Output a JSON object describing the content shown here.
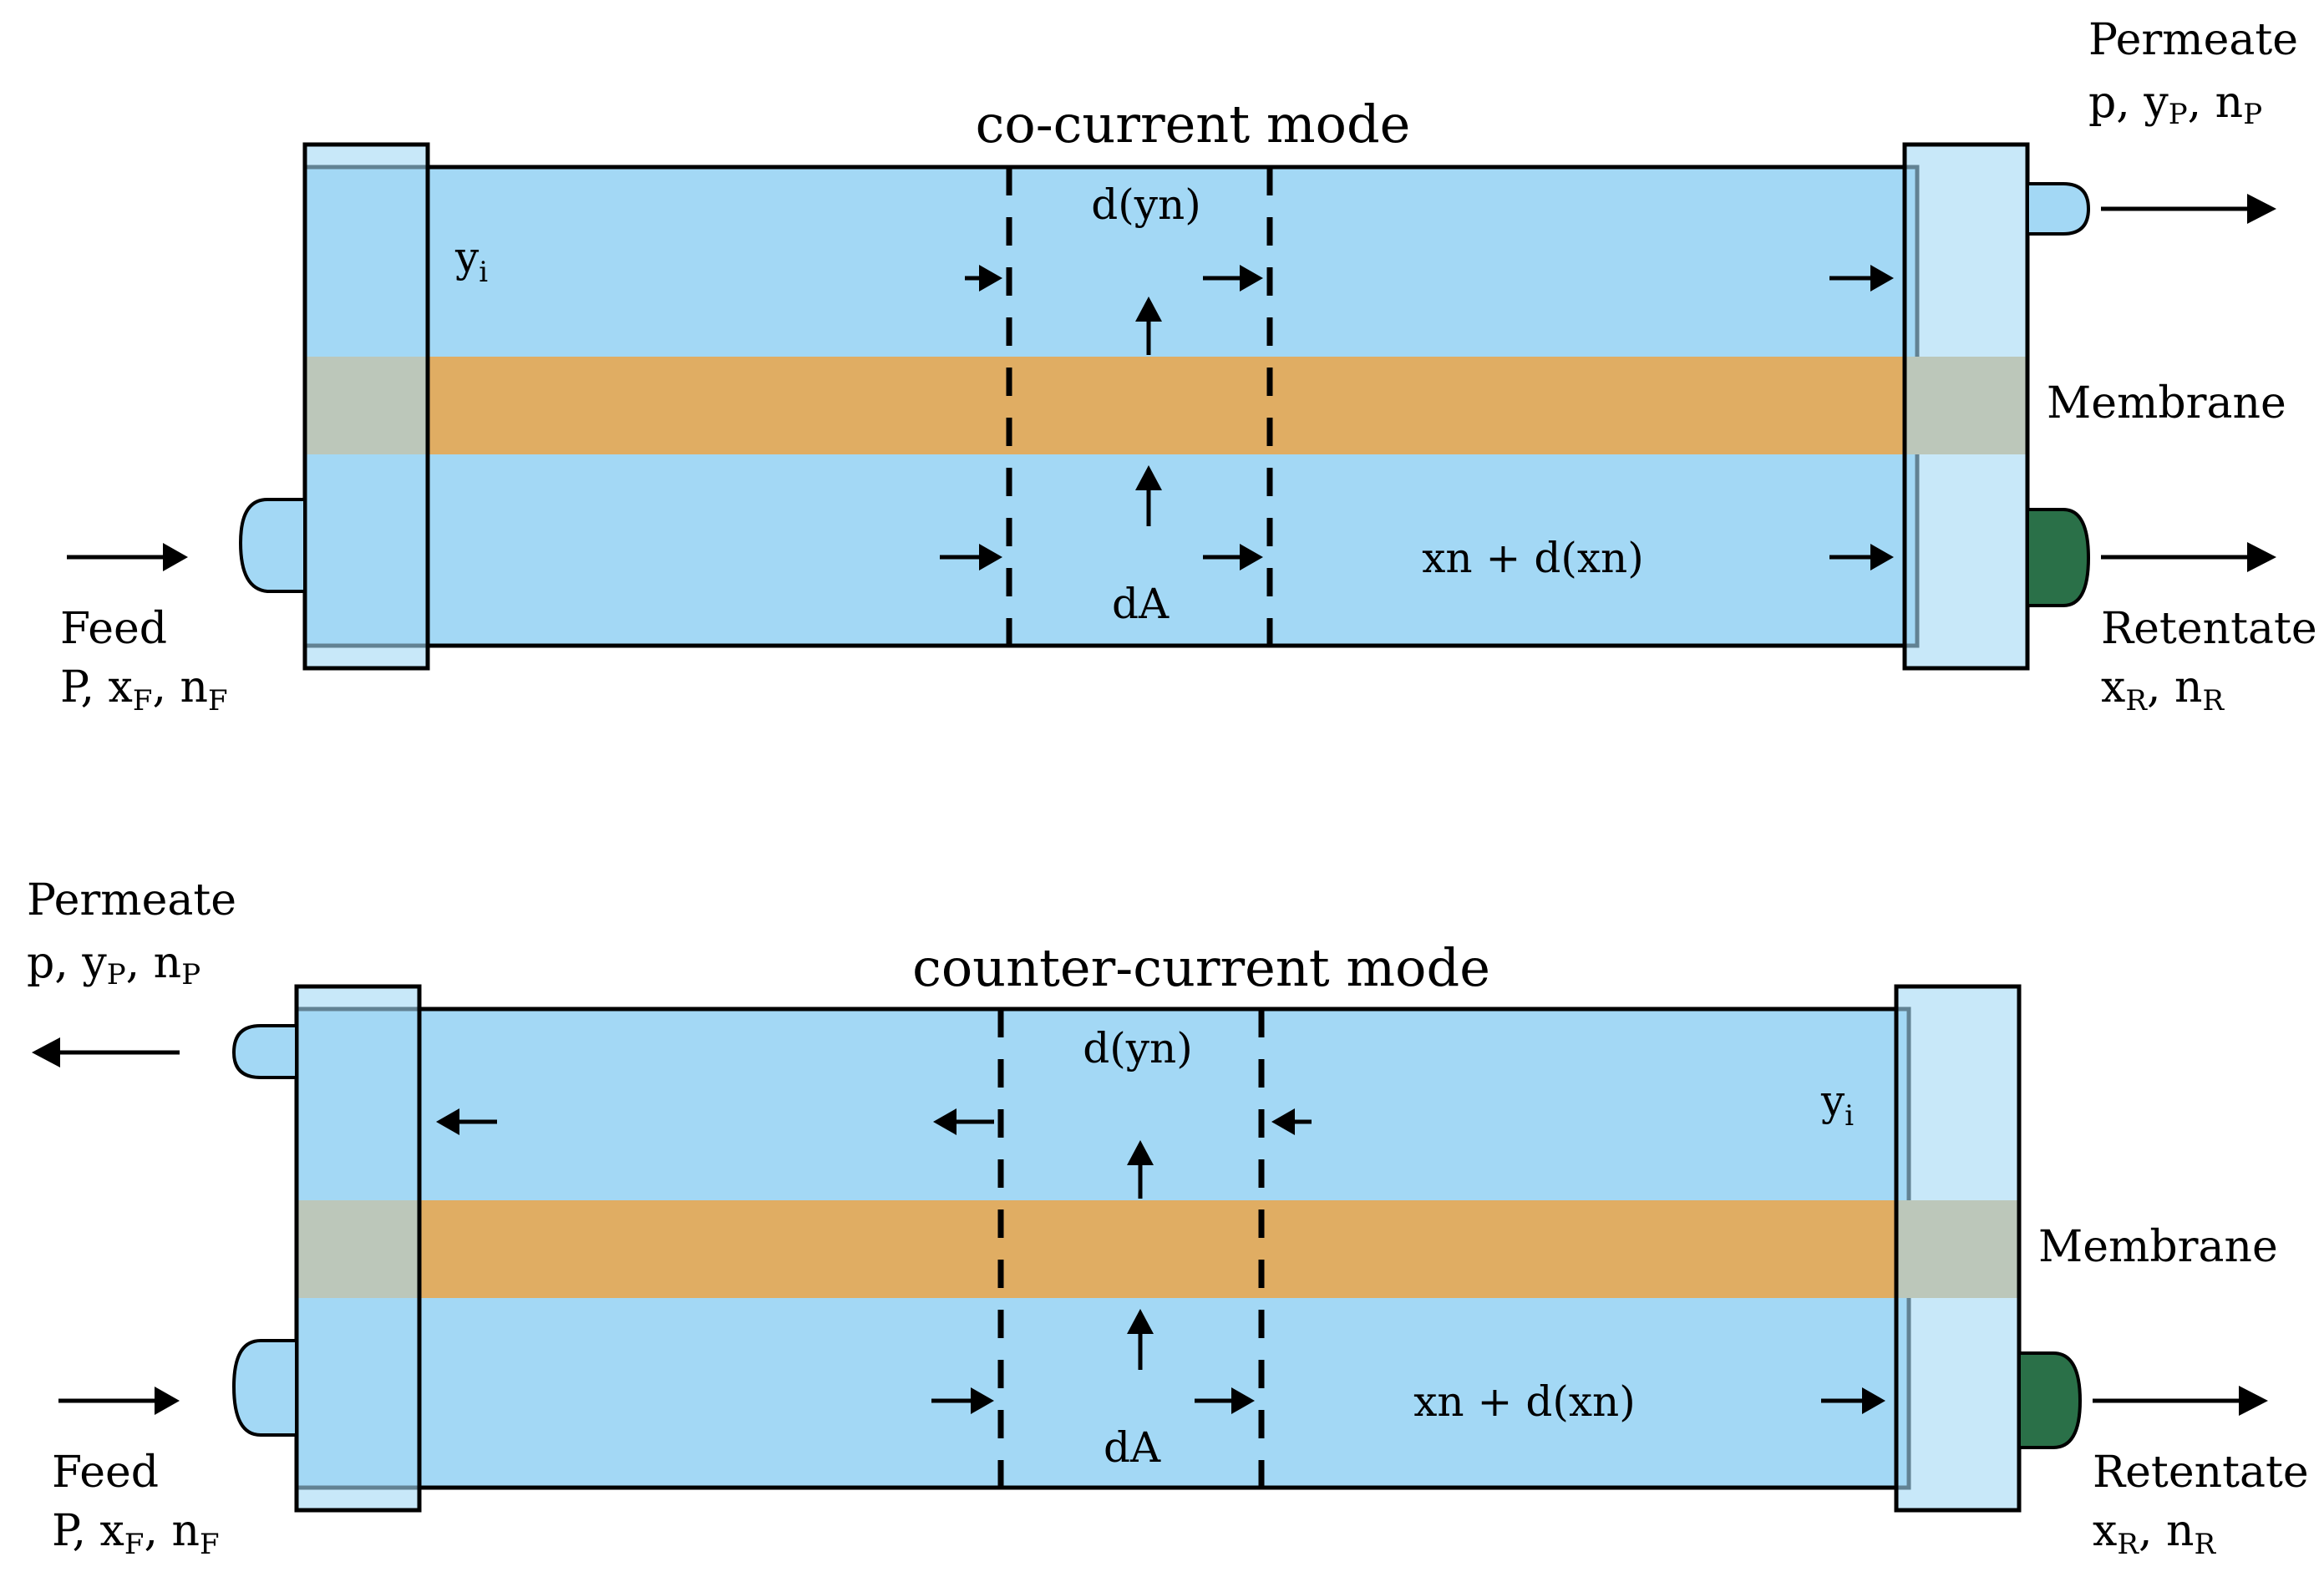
{
  "colors": {
    "channel": "#a3d8f5",
    "membrane": "#e0ad63",
    "outline": "#000000",
    "retentate_port": "#2a7048",
    "permeate_port": "#a3d8f5",
    "feed_port": "#a3d8f5"
  },
  "co_current": {
    "title": "co-current mode",
    "permeate_label": "Permeate",
    "permeate_vars": {
      "p": "p, y",
      "p_sub": "P",
      "mid": ", n",
      "n_sub": "P"
    },
    "yi": {
      "base": "y",
      "sub": "i"
    },
    "dyn": "d(yn)",
    "membrane_label": "Membrane",
    "xn_label": "xn + d(xn)",
    "dA": "dA",
    "feed_label": "Feed",
    "feed_vars": {
      "a": "P, x",
      "a_sub": "F",
      "b": ", n",
      "b_sub": "F"
    },
    "retentate_label": "Retentate",
    "retentate_vars": {
      "a": "x",
      "a_sub": "R",
      "b": ", n",
      "b_sub": "R"
    },
    "flow_direction": "left-to-right"
  },
  "counter_current": {
    "title": "counter-current mode",
    "permeate_label": "Permeate",
    "permeate_vars": {
      "p": "p, y",
      "p_sub": "P",
      "mid": ", n",
      "n_sub": "P"
    },
    "yi": {
      "base": "y",
      "sub": "i"
    },
    "dyn": "d(yn)",
    "membrane_label": "Membrane",
    "xn_label": "xn + d(xn)",
    "dA": "dA",
    "feed_label": "Feed",
    "feed_vars": {
      "a": "P, x",
      "a_sub": "F",
      "b": ", n",
      "b_sub": "F"
    },
    "retentate_label": "Retentate",
    "retentate_vars": {
      "a": "x",
      "a_sub": "R",
      "b": ", n",
      "b_sub": "R"
    },
    "flow_direction": "right-to-left"
  }
}
